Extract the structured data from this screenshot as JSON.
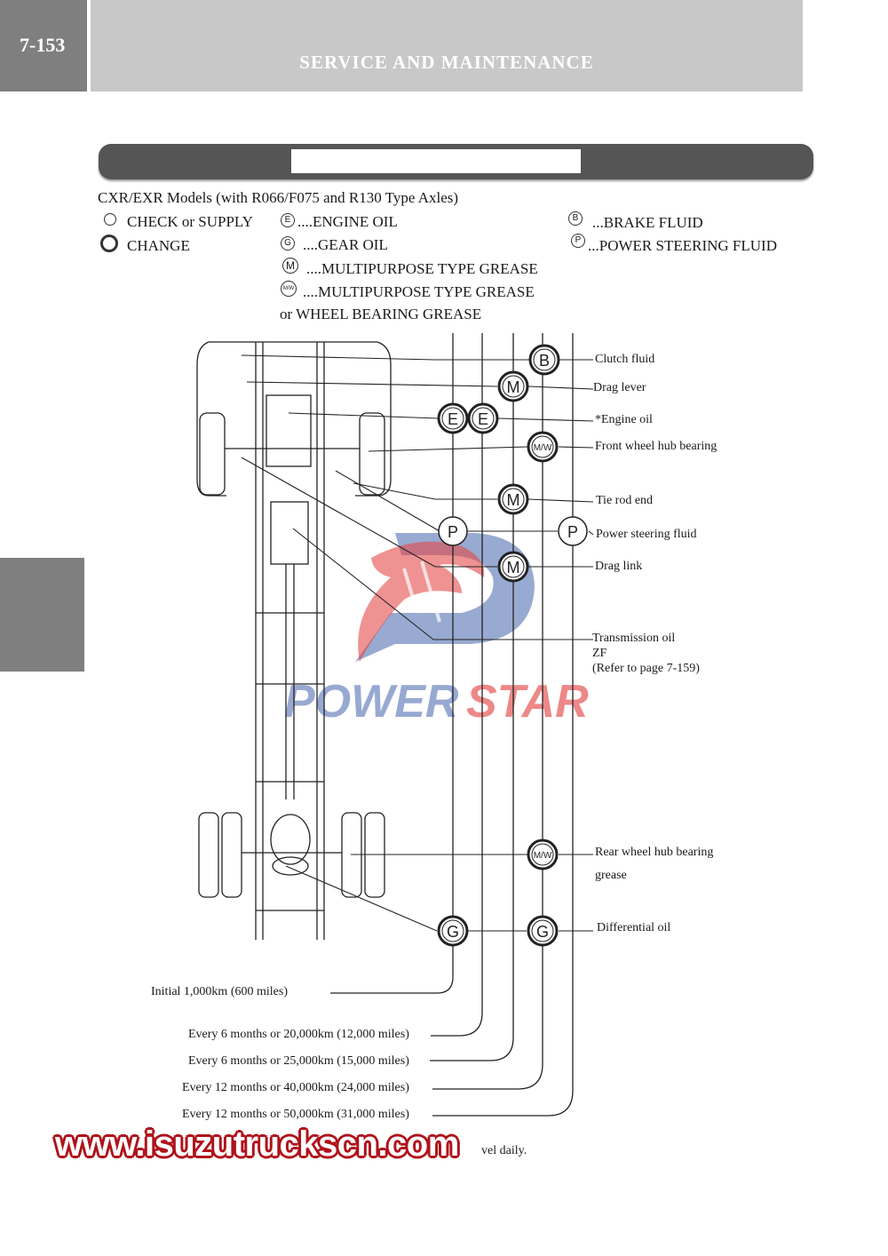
{
  "header": {
    "page_number": "7-153",
    "section_title": "SERVICE AND MAINTENANCE"
  },
  "models_line": "CXR/EXR Models (with R066/F075 and R130 Type Axles)",
  "legend": {
    "check": "CHECK or SUPPLY",
    "change": "CHANGE",
    "engine_oil": "....ENGINE OIL",
    "gear_oil": "....GEAR OIL",
    "mp_grease": "....MULTIPURPOSE TYPE GREASE",
    "mp_wheel_grease_1": "....MULTIPURPOSE  TYPE  GREASE",
    "mp_wheel_grease_2": "or WHEEL BEARING GREASE",
    "brake_fluid": "...BRAKE FLUID",
    "ps_fluid": "...POWER STEERING FLUID"
  },
  "symbols": {
    "engine": "E",
    "gear": "G",
    "multi": "M",
    "multi_wheel": "M/W",
    "brake": "B",
    "power": "P"
  },
  "labels": {
    "clutch_fluid": "Clutch fluid",
    "drag_lever": "Drag lever",
    "engine_oil": "*Engine oil",
    "front_hub": "Front  wheel  hub  bearing",
    "tie_rod": "Tie rod end",
    "ps_fluid": "Power steering fluid",
    "drag_link": "Drag link",
    "trans_1": "Transmission oil",
    "trans_2": "ZF",
    "trans_3": "(Refer to page 7-159)",
    "rear_hub_1": "Rear     wheel     hub     bearing",
    "rear_hub_2": "grease",
    "diff_oil": "Differential oil"
  },
  "intervals": {
    "initial": "Initial 1,000km (600 miles)",
    "i1": "Every 6 months or 20,000km (12,000 miles)",
    "i2": "Every 6 months or 25,000km (15,000 miles)",
    "i3": "Every 12 months or 40,000km (24,000 miles)",
    "i4": "Every 12 months or 50,000km (31,000 miles)"
  },
  "footer_note": "vel daily.",
  "watermark": {
    "brand": "POWERSTAR",
    "url": "www.isuzutruckscn.com"
  },
  "colors": {
    "header_dark": "#7f7f7f",
    "header_light": "#c8c8c8",
    "bar": "#555555",
    "wm_red": "#e2403f",
    "wm_blue": "#3b5ca8"
  }
}
